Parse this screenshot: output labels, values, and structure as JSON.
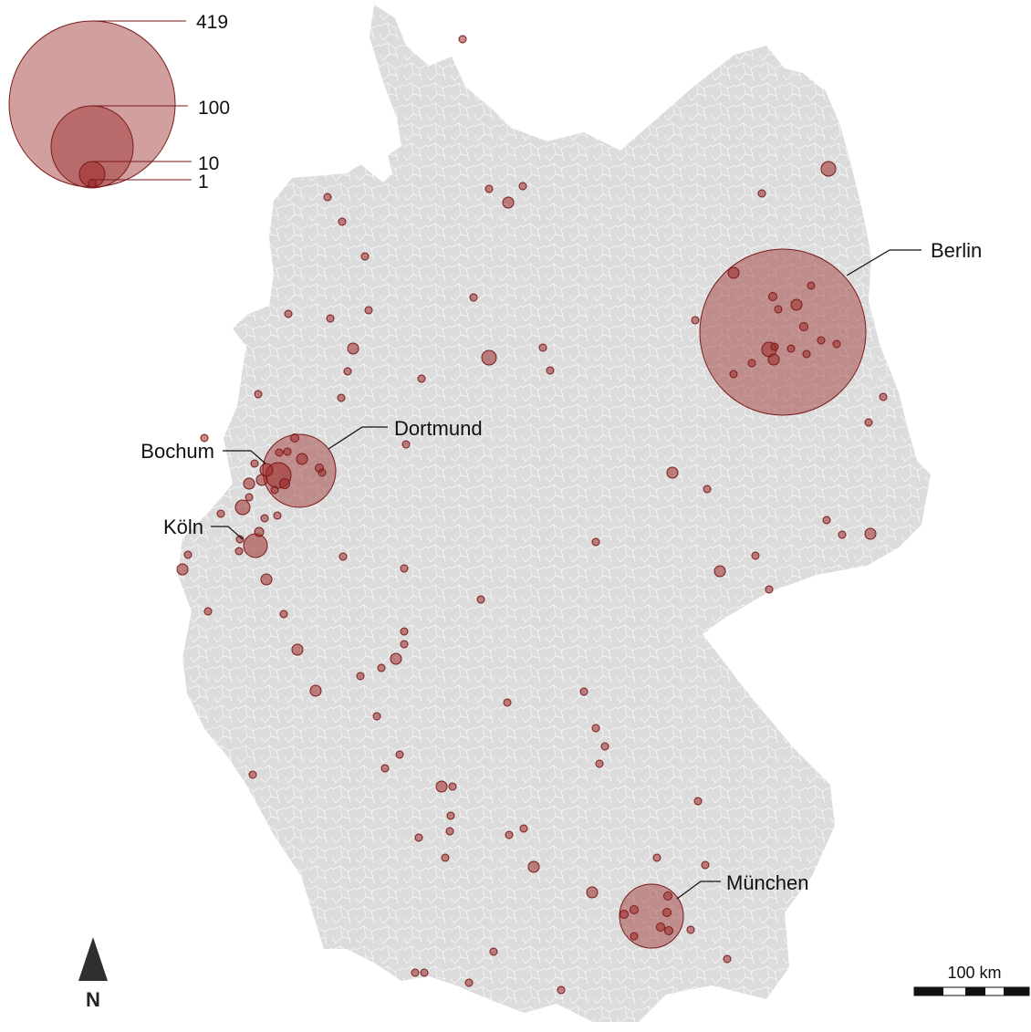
{
  "map": {
    "colors": {
      "land": "#dcdcdc",
      "borders": "#ffffff",
      "bubble_fill": "#9c2a2a",
      "bubble_stroke": "#7a1a1a",
      "text": "#111111"
    },
    "legend": {
      "values": [
        "419",
        "100",
        "10",
        "1"
      ]
    },
    "cities": [
      {
        "name": "Berlin"
      },
      {
        "name": "Dortmund"
      },
      {
        "name": "Bochum"
      },
      {
        "name": "Köln"
      },
      {
        "name": "München"
      }
    ],
    "scale_bar": {
      "label": "100 km"
    },
    "north_arrow": {
      "label": "N",
      "icon": "north-arrow-icon"
    }
  }
}
